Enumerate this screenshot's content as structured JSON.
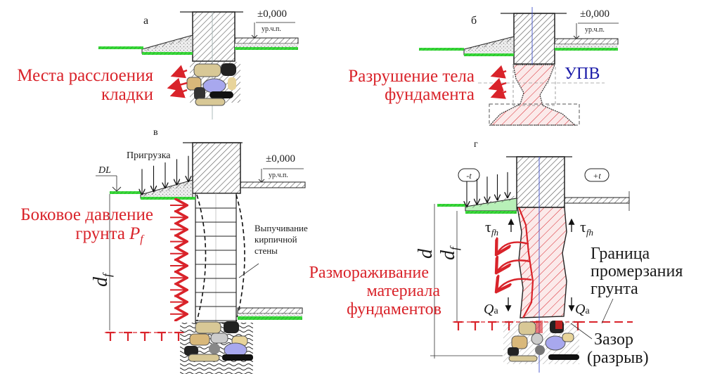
{
  "colors": {
    "annotation": "#d9232a",
    "water_level": "#1a1aa8",
    "ground": "#39d93a",
    "frozen_soil_fill": "#b8f0b8",
    "hatch": "#555555"
  },
  "panels": {
    "a": {
      "letter": "а",
      "elevation": "±0,000",
      "floor_level": "ур.ч.п.",
      "caption_line1": "Места расслоения",
      "caption_line2": "кладки"
    },
    "b": {
      "letter": "б",
      "elevation": "±0,000",
      "floor_level": "ур.ч.п.",
      "caption_line1": "Разрушение тела",
      "caption_line2": "фундамента",
      "groundwater_label": "УПВ"
    },
    "v": {
      "letter": "в",
      "elevation": "±0,000",
      "floor_level": "ур.ч.п.",
      "surcharge_label": "Пригрузка",
      "dl_label": "DL",
      "caption_line1": "Боковое давление",
      "caption_line2": "грунта",
      "pressure_symbol": "P",
      "pressure_subscript": "f",
      "depth_symbol": "d",
      "depth_subscript": "f",
      "buckling_line1": "Выпучивание",
      "buckling_line2": "кирпичной",
      "buckling_line3": "стены"
    },
    "g": {
      "letter": "г",
      "temp_outside": "-t",
      "temp_inside": "+t",
      "depth_d": "d",
      "depth_df": "d",
      "depth_df_sub": "f",
      "shear_symbol": "τ",
      "shear_subscript": "fh",
      "load_symbol": "Q",
      "load_subscript": "a",
      "caption_line1": "Размораживание",
      "caption_line2": "материала",
      "caption_line3": "фундаментов",
      "frost_line1": "Граница",
      "frost_line2": "промерзания",
      "frost_line3": "грунта",
      "gap_line1": "Зазор",
      "gap_line2": "(разрыв)"
    }
  }
}
